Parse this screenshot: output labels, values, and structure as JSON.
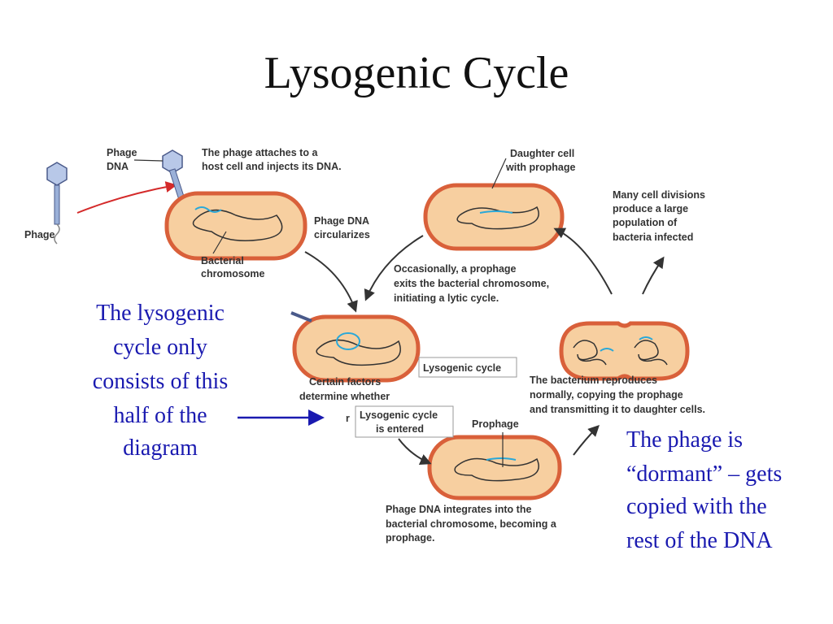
{
  "title": "Lysogenic Cycle",
  "labels": {
    "phage": "Phage",
    "phage_dna_1": "Phage",
    "phage_dna_2": "DNA",
    "attach_1": "The phage attaches to a",
    "attach_2": "host cell and injects its DNA.",
    "bact_chrom_1": "Bacterial",
    "bact_chrom_2": "chromosome",
    "circ_1": "Phage DNA",
    "circ_2": "circularizes",
    "daughter_1": "Daughter cell",
    "daughter_2": "with prophage",
    "many_1": "Many cell divisions",
    "many_2": "produce a large",
    "many_3": "population of",
    "many_4": "bacteria infected",
    "occ_1": "Occasionally, a prophage",
    "occ_2": "exits the bacterial chromosome,",
    "occ_3": "initiating a lytic cycle.",
    "lyso_box": "Lysogenic cycle",
    "certain_1": "Certain factors",
    "certain_2": "determine whether",
    "entered_1": "Lysogenic cycle",
    "entered_2": "is entered",
    "r_frag": "r",
    "repro_1": "The bacterium reproduces",
    "repro_2": "normally, copying the prophage",
    "repro_3": "and transmitting it to daughter cells.",
    "prophage": "Prophage",
    "integ_1": "Phage DNA integrates into the",
    "integ_2": "bacterial chromosome, becoming a",
    "integ_3": "prophage."
  },
  "notes": {
    "left_1": "The lysogenic",
    "left_2": "cycle only",
    "left_3": "consists of this",
    "left_4": "half of the",
    "left_5": "diagram",
    "right_1": "The phage is",
    "right_2": "“dormant” – gets",
    "right_3": "copied with the",
    "right_4": "rest of the DNA"
  },
  "colors": {
    "cell_fill": "#f7cfa0",
    "cell_edge": "#d9603a",
    "phage_dna": "#2aa8d8",
    "red_arrow": "#d42a2a",
    "note_blue": "#1a1ab0"
  }
}
